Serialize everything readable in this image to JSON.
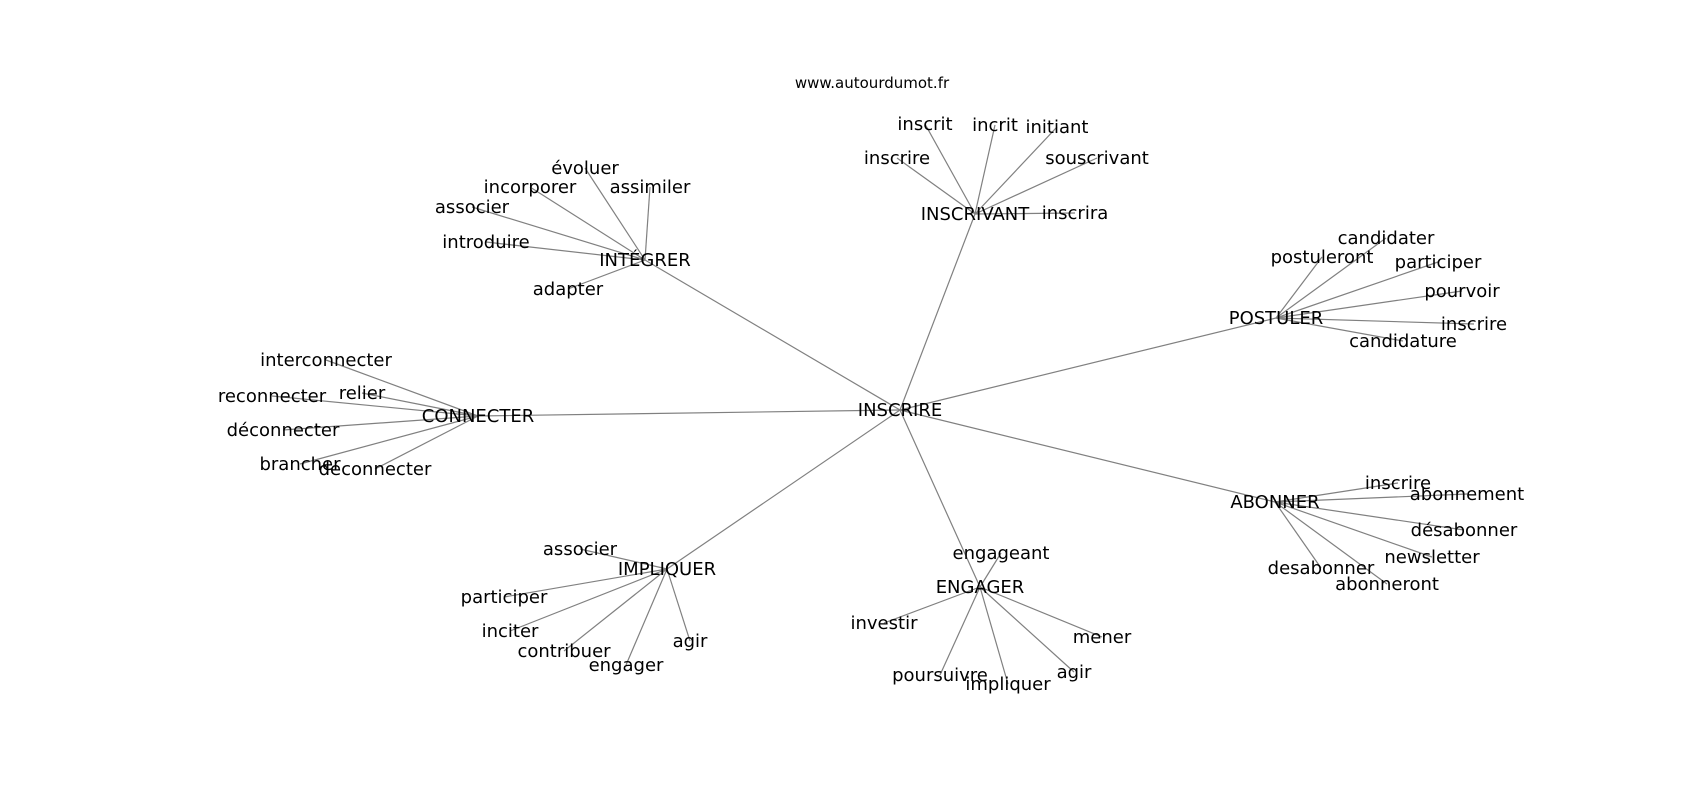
{
  "watermark": "www.autourdumot.fr",
  "center": "INSCRIRE",
  "hubs": [
    {
      "label": "INSCRIVANT",
      "leaves": [
        "inscrit",
        "incrit",
        "initiant",
        "inscrire",
        "souscrivant",
        "inscrira"
      ]
    },
    {
      "label": "INTÉGRER",
      "leaves": [
        "évoluer",
        "incorporer",
        "assimiler",
        "associer",
        "introduire",
        "adapter"
      ]
    },
    {
      "label": "POSTULER",
      "leaves": [
        "candidater",
        "postuleront",
        "participer",
        "pourvoir",
        "inscrire",
        "candidature"
      ]
    },
    {
      "label": "CONNECTER",
      "leaves": [
        "interconnecter",
        "reconnecter",
        "relier",
        "déconnecter",
        "brancher",
        "deconnecter"
      ]
    },
    {
      "label": "ABONNER",
      "leaves": [
        "inscrire",
        "abonnement",
        "désabonner",
        "newsletter",
        "desabonner",
        "abonneront"
      ]
    },
    {
      "label": "IMPLIQUER",
      "leaves": [
        "associer",
        "participer",
        "inciter",
        "contribuer",
        "engager",
        "agir"
      ]
    },
    {
      "label": "ENGAGER",
      "leaves": [
        "engageant",
        "investir",
        "mener",
        "poursuivre",
        "agir",
        "impliquer"
      ]
    }
  ]
}
